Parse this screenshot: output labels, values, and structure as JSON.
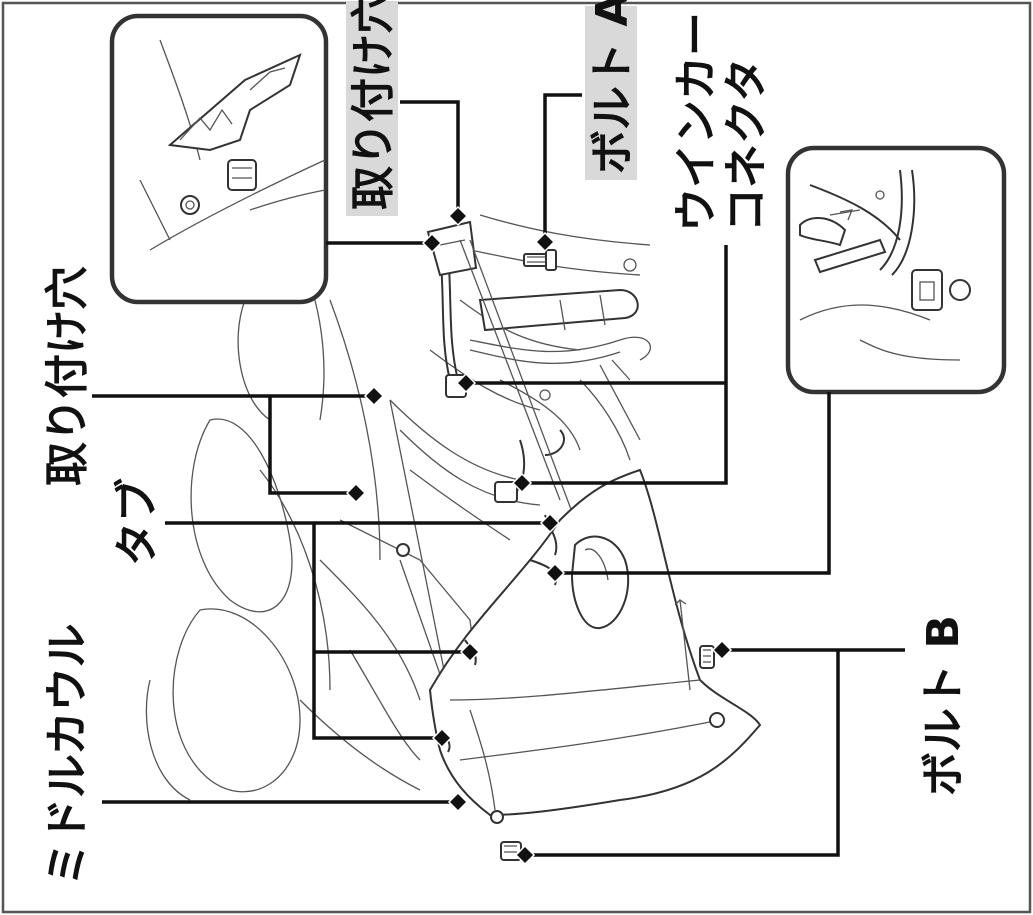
{
  "labels": {
    "mounting_hole_top": "取り付け穴",
    "bolt_a": "ボルト A",
    "winker_connector_line1": "ウインカー",
    "winker_connector_line2": "コネクタ",
    "mounting_hole_left": "取り付け穴",
    "tab": "タブ",
    "middle_cowl": "ミドルカウル",
    "bolt_b": "ボルト B"
  },
  "colors": {
    "label_background": "#d9d9d9",
    "line": "#111111",
    "frame": "#333333"
  },
  "icons": [
    "diamond-marker-icon",
    "bolt-icon",
    "connector-icon"
  ]
}
